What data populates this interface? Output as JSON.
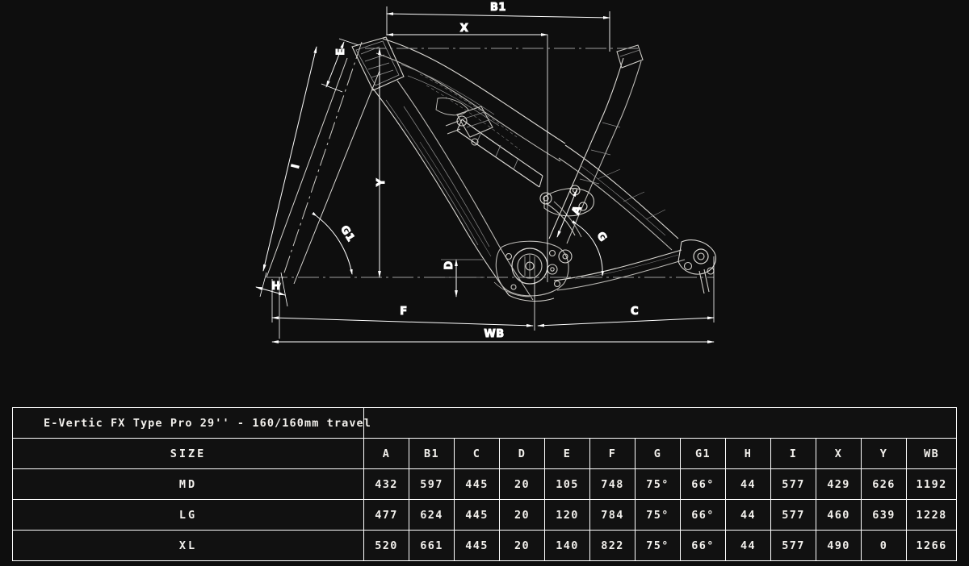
{
  "model": {
    "title": "E-Vertic FX Type Pro 29'' - 160/160mm travel"
  },
  "table": {
    "size_header": "SIZE",
    "columns": [
      "A",
      "B1",
      "C",
      "D",
      "E",
      "F",
      "G",
      "G1",
      "H",
      "I",
      "X",
      "Y",
      "WB"
    ],
    "rows": [
      {
        "size": "MD",
        "values": [
          "432",
          "597",
          "445",
          "20",
          "105",
          "748",
          "75°",
          "66°",
          "44",
          "577",
          "429",
          "626",
          "1192"
        ]
      },
      {
        "size": "LG",
        "values": [
          "477",
          "624",
          "445",
          "20",
          "120",
          "784",
          "75°",
          "66°",
          "44",
          "577",
          "460",
          "639",
          "1228"
        ]
      },
      {
        "size": "XL",
        "values": [
          "520",
          "661",
          "445",
          "20",
          "140",
          "822",
          "75°",
          "66°",
          "44",
          "577",
          "490",
          "0",
          "1266"
        ]
      }
    ]
  },
  "drawing": {
    "description": "Full-suspension electric mountain bike frame technical side-view drawing with geometry dimension callouts",
    "dimension_labels": {
      "b1": "B1",
      "x": "X",
      "e": "E",
      "i": "I",
      "g1": "G1",
      "h": "H",
      "y": "Y",
      "d": "D",
      "a": "A",
      "g": "G",
      "f": "F",
      "c": "C",
      "wb": "WB"
    },
    "colors": {
      "background": "#0e0e0e",
      "line": "#ffffff",
      "frame": "#d8d6d2",
      "frame_dark": "#8a8a8a"
    }
  }
}
